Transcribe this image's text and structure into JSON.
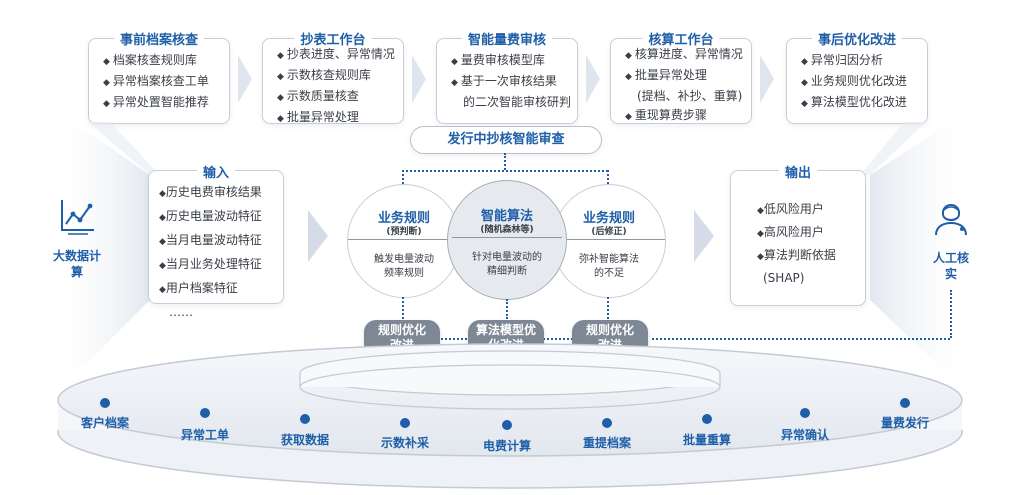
{
  "top_cards": [
    {
      "title": "事前档案核查",
      "items": [
        "档案核查规则库",
        "异常档案核查工单",
        "异常处置智能推荐"
      ]
    },
    {
      "title": "抄表工作台",
      "items": [
        "抄表进度、异常情况",
        "示数核查规则库",
        "示数质量核查",
        "批量异常处理"
      ]
    },
    {
      "title": "智能量费审核",
      "items": [
        "量费审核模型库",
        "基于一次审核结果",
        "的二次智能审核研判"
      ]
    },
    {
      "title": "核算工作台",
      "items": [
        "核算进度、异常情况",
        "批量异常处理",
        "(提档、补抄、重算)",
        "重现算费步骤"
      ]
    },
    {
      "title": "事后优化改进",
      "items": [
        "异常归因分析",
        "业务规则优化改进",
        "算法模型优化改进"
      ]
    }
  ],
  "center_banner": "发行中抄核智能审查",
  "input": {
    "title": "输入",
    "items": [
      "历史电费审核结果",
      "历史电量波动特征",
      "当月电量波动特征",
      "当月业务处理特征",
      "用户档案特征",
      "……"
    ]
  },
  "output": {
    "title": "输出",
    "items": [
      "低风险用户",
      "高风险用户",
      "算法判断依据",
      "(SHAP)"
    ]
  },
  "big_data_label": "大数据计算",
  "manual_label": "人工核实",
  "circles": [
    {
      "title": "业务规则",
      "sub": "(预判断)",
      "desc": "触发电量波动频率规则"
    },
    {
      "title": "智能算法",
      "sub": "(随机森林等)",
      "desc": "针对电量波动的精细判断"
    },
    {
      "title": "业务规则",
      "sub": "(后修正)",
      "desc": "弥补智能算法的不足"
    }
  ],
  "pills": [
    {
      "text": "规则优化改进"
    },
    {
      "text": "算法模型优化改进"
    },
    {
      "text": "规则优化改进"
    }
  ],
  "process_steps": [
    "客户档案",
    "异常工单",
    "获取数据",
    "示数补采",
    "电费计算",
    "重提档案",
    "批量重算",
    "异常确认",
    "量费发行"
  ],
  "colors": {
    "accent": "#1f5fa8",
    "pill": "#7e8794",
    "border": "#c9ced6"
  },
  "icons": {
    "bullet": "diamond",
    "big_data": "line-chart-icon",
    "manual": "person-icon"
  }
}
